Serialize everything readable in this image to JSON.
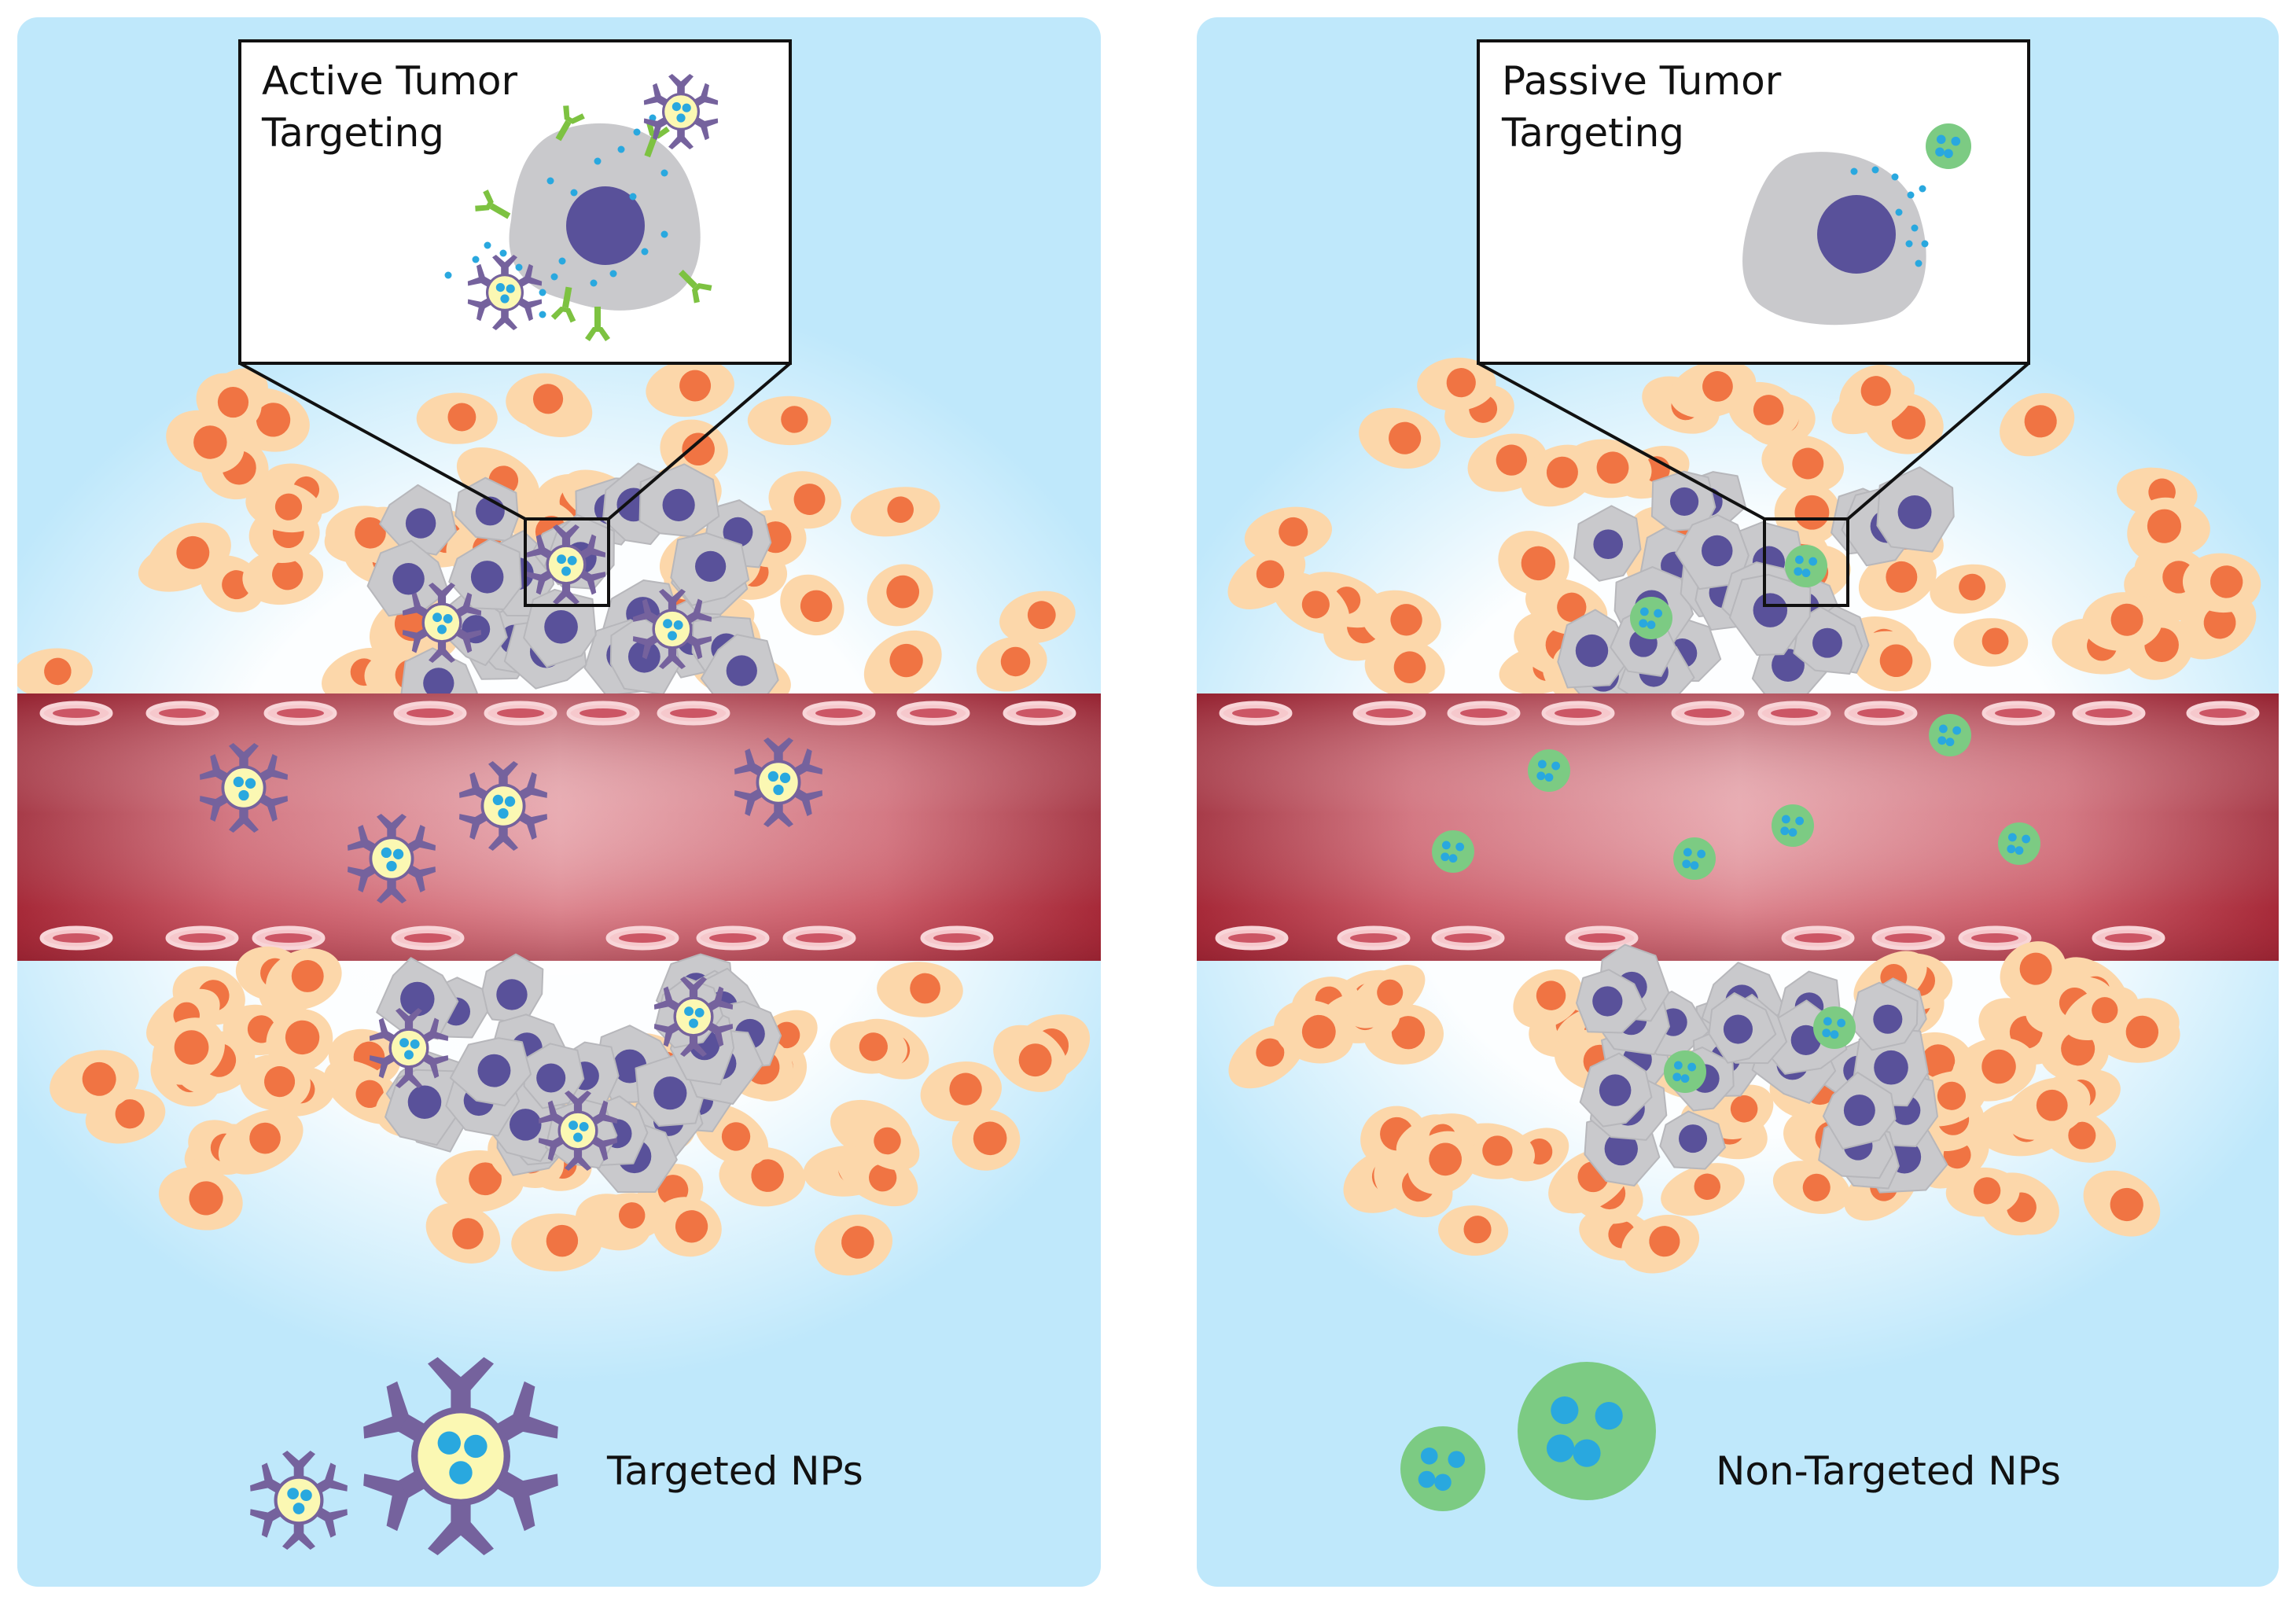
{
  "panels": [
    {
      "id": "active",
      "inset_title_line1": "Active Tumor",
      "inset_title_line2": "Targeting",
      "legend_label": "Targeted NPs",
      "nanoparticle_style": "targeted"
    },
    {
      "id": "passive",
      "inset_title_line1": "Passive Tumor",
      "inset_title_line2": "Targeting",
      "legend_label": "Non-Targeted NPs",
      "nanoparticle_style": "non-targeted"
    }
  ],
  "colors": {
    "panel_background": "#bfe8fb",
    "tumor_glow": "#ffffff",
    "vessel_dark": "#a42a3a",
    "vessel_light": "#e9a7ae",
    "red_blood_cell": "#f3b7bd",
    "stromal_cell": "#fcd7aa",
    "stromal_nucleus": "#f07443",
    "tumor_cell": "#c9c9cc",
    "tumor_nucleus": "#59519a",
    "targeted_np_core": "#fbf8b3",
    "ligand": "#75629d",
    "np_payload": "#29a8df",
    "non_targeted_np": "#7ccb83",
    "receptor": "#7dc241"
  },
  "icons": {
    "targeted_np": "targeted-nanoparticle-icon",
    "non_targeted_np": "non-targeted-nanoparticle-icon",
    "tumor_cell": "tumor-cell-icon",
    "stromal_cell": "stromal-cell-icon",
    "red_blood_cell": "red-blood-cell-icon",
    "receptor": "receptor-icon"
  }
}
